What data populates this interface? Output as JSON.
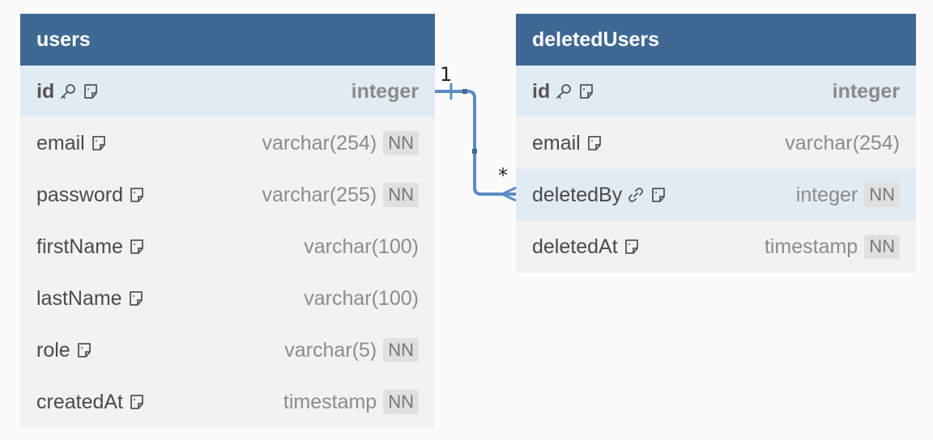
{
  "tables": {
    "users": {
      "name": "users",
      "columns": [
        {
          "name": "id",
          "type": "integer",
          "pk": true,
          "nn": false,
          "key_icon": "key-icon"
        },
        {
          "name": "email",
          "type": "varchar(254)",
          "pk": false,
          "nn": true
        },
        {
          "name": "password",
          "type": "varchar(255)",
          "pk": false,
          "nn": true
        },
        {
          "name": "firstName",
          "type": "varchar(100)",
          "pk": false,
          "nn": false
        },
        {
          "name": "lastName",
          "type": "varchar(100)",
          "pk": false,
          "nn": false
        },
        {
          "name": "role",
          "type": "varchar(5)",
          "pk": false,
          "nn": true
        },
        {
          "name": "createdAt",
          "type": "timestamp",
          "pk": false,
          "nn": true
        }
      ]
    },
    "deletedUsers": {
      "name": "deletedUsers",
      "columns": [
        {
          "name": "id",
          "type": "integer",
          "pk": true,
          "nn": false
        },
        {
          "name": "email",
          "type": "varchar(254)",
          "pk": false,
          "nn": false
        },
        {
          "name": "deletedBy",
          "type": "integer",
          "pk": false,
          "nn": true,
          "fk": true
        },
        {
          "name": "deletedAt",
          "type": "timestamp",
          "pk": false,
          "nn": true
        }
      ]
    }
  },
  "nn_label": "NN",
  "relationship": {
    "from": "users.id",
    "to": "deletedUsers.deletedBy",
    "one_label": "1",
    "many_label": "*"
  },
  "colors": {
    "header": "#3f6893",
    "highlight": "#e1ebf3",
    "connector": "#5b8cc5"
  }
}
